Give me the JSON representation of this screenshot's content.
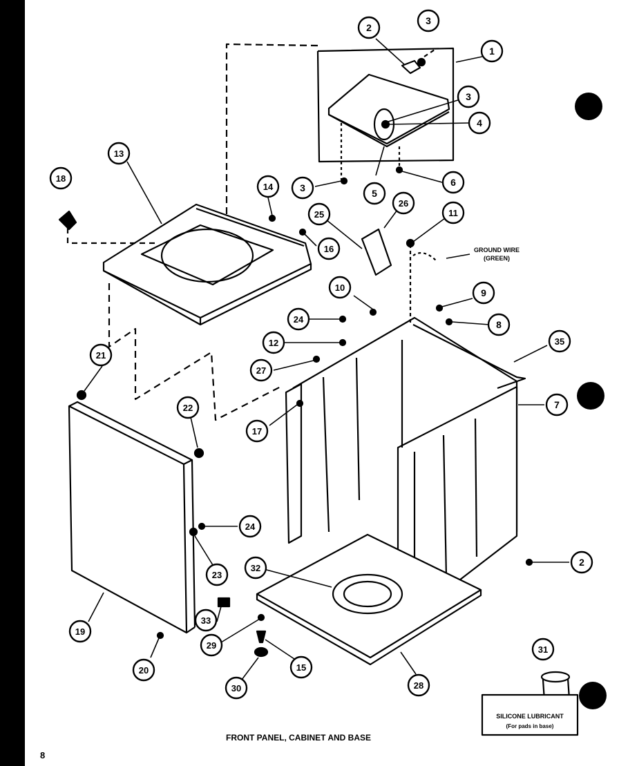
{
  "title": "FRONT PANEL, CABINET AND BASE",
  "page_number": "8",
  "ground_wire_note": [
    "GROUND WIRE",
    "(GREEN)"
  ],
  "lubricant_box": {
    "title": "SILICONE LUBRICANT",
    "subtitle": "(For pads in base)"
  },
  "callouts": [
    {
      "id": "c1",
      "text": "1"
    },
    {
      "id": "c2a",
      "text": "2"
    },
    {
      "id": "c3a",
      "text": "3"
    },
    {
      "id": "c3b",
      "text": "3"
    },
    {
      "id": "c4",
      "text": "4"
    },
    {
      "id": "c5",
      "text": "5"
    },
    {
      "id": "c3c",
      "text": "3"
    },
    {
      "id": "c6",
      "text": "6"
    },
    {
      "id": "c13",
      "text": "13"
    },
    {
      "id": "c18",
      "text": "18"
    },
    {
      "id": "c14",
      "text": "14"
    },
    {
      "id": "c16",
      "text": "16"
    },
    {
      "id": "c25",
      "text": "25"
    },
    {
      "id": "c26",
      "text": "26"
    },
    {
      "id": "c11",
      "text": "11"
    },
    {
      "id": "c10",
      "text": "10"
    },
    {
      "id": "c9",
      "text": "9"
    },
    {
      "id": "c8",
      "text": "8"
    },
    {
      "id": "c24a",
      "text": "24"
    },
    {
      "id": "c12",
      "text": "12"
    },
    {
      "id": "c27",
      "text": "27"
    },
    {
      "id": "c35",
      "text": "35"
    },
    {
      "id": "c7",
      "text": "7"
    },
    {
      "id": "c21",
      "text": "21"
    },
    {
      "id": "c22",
      "text": "22"
    },
    {
      "id": "c17",
      "text": "17"
    },
    {
      "id": "c24b",
      "text": "24"
    },
    {
      "id": "c23",
      "text": "23"
    },
    {
      "id": "c32",
      "text": "32"
    },
    {
      "id": "c2b",
      "text": "2"
    },
    {
      "id": "c33",
      "text": "33"
    },
    {
      "id": "c19",
      "text": "19"
    },
    {
      "id": "c29",
      "text": "29"
    },
    {
      "id": "c15",
      "text": "15"
    },
    {
      "id": "c20",
      "text": "20"
    },
    {
      "id": "c30",
      "text": "30"
    },
    {
      "id": "c28",
      "text": "28"
    },
    {
      "id": "c31",
      "text": "31"
    }
  ]
}
